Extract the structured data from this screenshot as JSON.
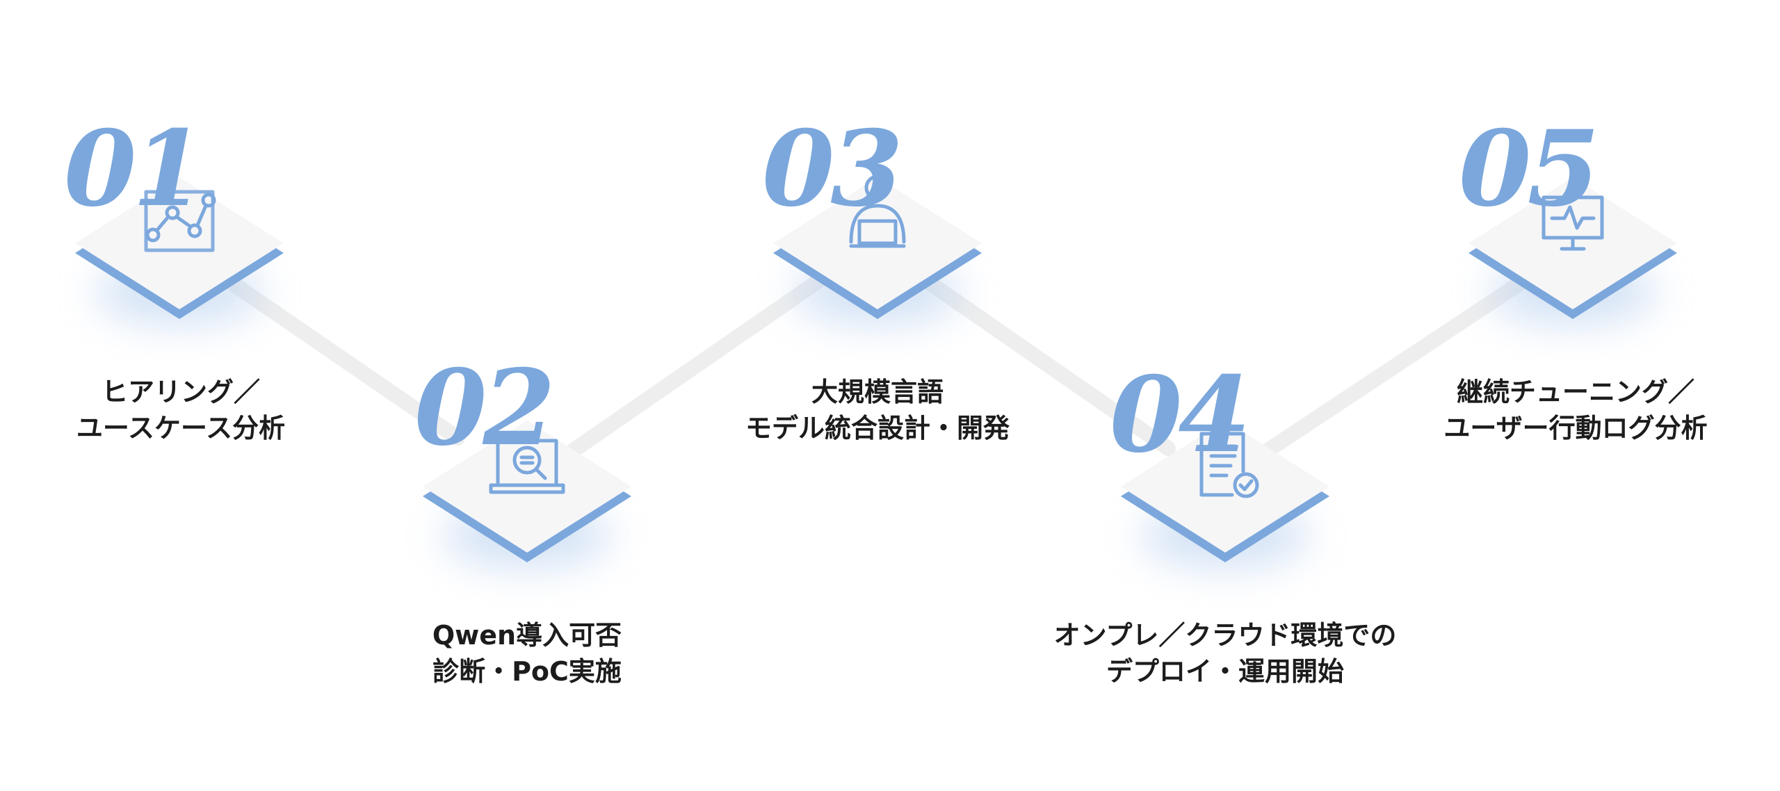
{
  "colors": {
    "accent": "#7ba7dc",
    "tile_top": "#f6f6f7",
    "connector": "#eeeeee",
    "text": "#1c1c1c"
  },
  "steps": [
    {
      "number": "01",
      "label_line1": "ヒアリング／",
      "label_line2": "ユースケース分析",
      "icon": "analytics-chart-icon"
    },
    {
      "number": "02",
      "label_line1": "Qwen導入可否",
      "label_line2": "診断・PoC実施",
      "icon": "laptop-search-icon"
    },
    {
      "number": "03",
      "label_line1": "大規模言語",
      "label_line2": "モデル統合設計・開発",
      "icon": "person-laptop-icon"
    },
    {
      "number": "04",
      "label_line1": "オンプレ／クラウド環境での",
      "label_line2": "デプロイ・運用開始",
      "icon": "document-check-icon"
    },
    {
      "number": "05",
      "label_line1": "継続チューニング／",
      "label_line2": "ユーザー行動ログ分析",
      "icon": "monitor-pulse-icon"
    }
  ]
}
